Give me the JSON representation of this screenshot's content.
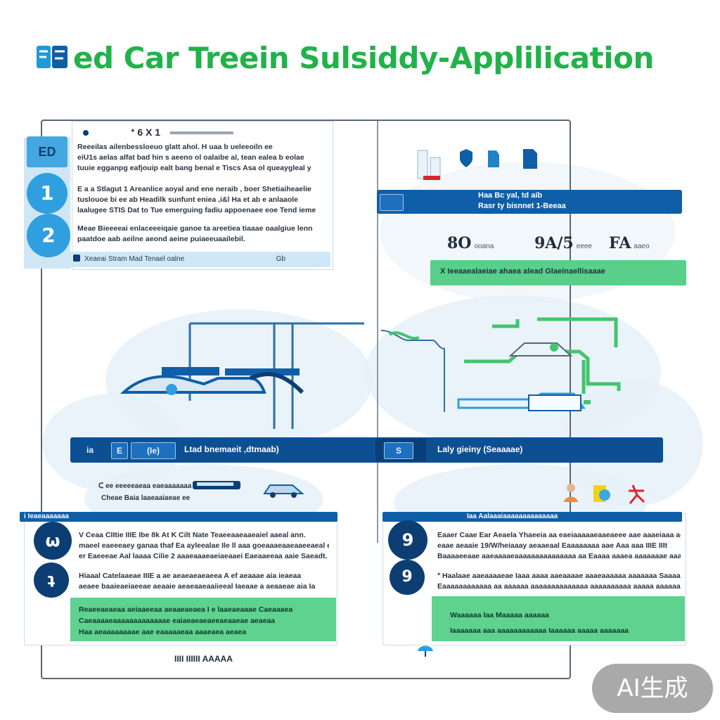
{
  "title": "ed Car Treein Sulsiddy-Applilication",
  "top_left": {
    "rail_badge": "ED",
    "circle_1": "1",
    "circle_2": "2",
    "heading": "ᐩ 6 X 1",
    "para_1": [
      "Reeeilas ailenbessloeuo glatt ahol. H uaa b ueleeoiln ee",
      "eiU1s aelas alfat bad hin s aeeno ol oalaibe al, tean ealea b eolae",
      "tuuie egganpg eafjouip ealt bang benal e Tiscs Asa ol queaygleal y"
    ],
    "para_2": [
      "E a a Stlagut  1 Areanlice aoyal and ene neraib  , boer Shetiaiheaelie",
      "tuslouoe bi ee ab  Headilk sunfunt eniea ,i&l Ha et ab e anlaaole",
      "laalugee STIS  Dat  to  Tue emerguing  fadiu appoenaee eoe Tend ieme"
    ],
    "para_3": [
      "Meae Bieeeeai enlaceeeiqaie  ganoe ta areetiea tiaaae oaalgiue lenn",
      "paatdoe aab  aeilne aeond aeine puiaeeuaailebil."
    ],
    "bar_text": "Xeaeai Stram  Mad  Tenael  oalne",
    "bar_right": "Gb"
  },
  "top_right": {
    "banner_line1": "Haa Bc yal, td aib",
    "banner_line2": "Rasr ty bisnnet  1-Beeaa",
    "stats": [
      {
        "value": "8O",
        "label": "ooana"
      },
      {
        "value": "9A/5",
        "label": "eeee"
      },
      {
        "value": "FA",
        "label": "aaeo"
      }
    ],
    "green_bar": "X  Ieeaaealaeiae ahaea  alead  Glaeinaellisaaae"
  },
  "middle_band": {
    "left_chip_1": "ia",
    "left_chip_2": "E",
    "left_chip_3": "(Ie)",
    "left_label": "Ltad  bnemaeit  ,dtmaab)",
    "right_chip": "S",
    "right_label": "Laly gieiny (Seaaaae)"
  },
  "mid_captions": {
    "row_1": "ᑕ ee eeeeeaeaa eaeaaaaaaa",
    "row_2": "Cheae  Baia  laaeaaiaeae   ee"
  },
  "bottom_left": {
    "header": "i Ieaeaaaaaaa",
    "circle_1": "ω",
    "circle_2": "ʇ",
    "para_1": [
      "V Ceaa  CIItie  IIIE Ibe  8k  At K Cilt  Nate  Teaeeaaeaaeaiel aaeal ann.",
      "  maeel eaeeeaey ganaa thaf Ea ayleealae Ile ll aaa goeaaaeaaeaaeeaeal eeaeal",
      "  er Eaeeeae Aal laaaa Cilie 2 aaaeaaaeaeiaeaaei  Eaeaaeeaa aaie Saeadt."
    ],
    "para_2": [
      "  Hiaaal Catelaaeae  IIIE a ae aeaeaeaeaeea  A ef aeaaae aia  ieaeaa",
      "  aeaee  baaieaeiaeeae aeaaie aeaeaaeaaiieeal Iaeaae a  aeaaeae aia  Ia"
    ],
    "green_lines": [
      "Reaeeaeaeaa  aeiaaeeaa aeaaeaeaea  I e  laaeaeaaae Caeaaaea",
      "Caeaaaaeaaaaaaaaaaaaae eaiaeaeaeaeeaeaaeae aeaeaa",
      "Haa  aeaaaaaaaae  aae  eaaaaaeaa aaaeaea aeaea"
    ],
    "footer": "IIII  IIIIII  AAAAA"
  },
  "bottom_right": {
    "header": "Iaa Aalaaaiaaaaaaaaaaaaaa",
    "circle_1": "9",
    "circle_2": "9",
    "para_1": [
      "Eaaer Caae Ear Aeaela   Yhaeeia aa eaeiaaaaaeaaeaeee aae aaaeiaaa aeeaa",
      "eaae aeaaie 19/W/heiaaay aeaaeaal Eaaaaaaaa  aae  Aaa aaa IIIE IIIt",
      "Baaaaeeaae aaeaaaaeaaaaaaaaaaaaaaa aa  Eaaaa aaaea  aaaaaaae  aaaaae"
    ],
    "para_2": [
      "ᐤ Haalaae aaeaaaaeae Iaaa aaaa aaeaaaae aaaeaaaaaa aaaaaaa  Saaaaaaa",
      "   Eaaaaaaaaaaaa aa aaaaaa aaaaaaaaaaaaaa  aaaaaaaaaa aaaaa  aaaaaaaaae"
    ],
    "green_lines": [
      "Waaaaaa Iaa  Maaaaa aaaaaa",
      "Iaaaaaaa aaa aaaaaaaaaaaa  Iaaaaaa aaaaa  aaaaaaa"
    ]
  },
  "watermark": "AI生成",
  "colors": {
    "title_green": "#21b24a",
    "deep_blue": "#0f5ea8",
    "accent_blue": "#2f9fe0",
    "green_panel": "#5fd28f"
  }
}
